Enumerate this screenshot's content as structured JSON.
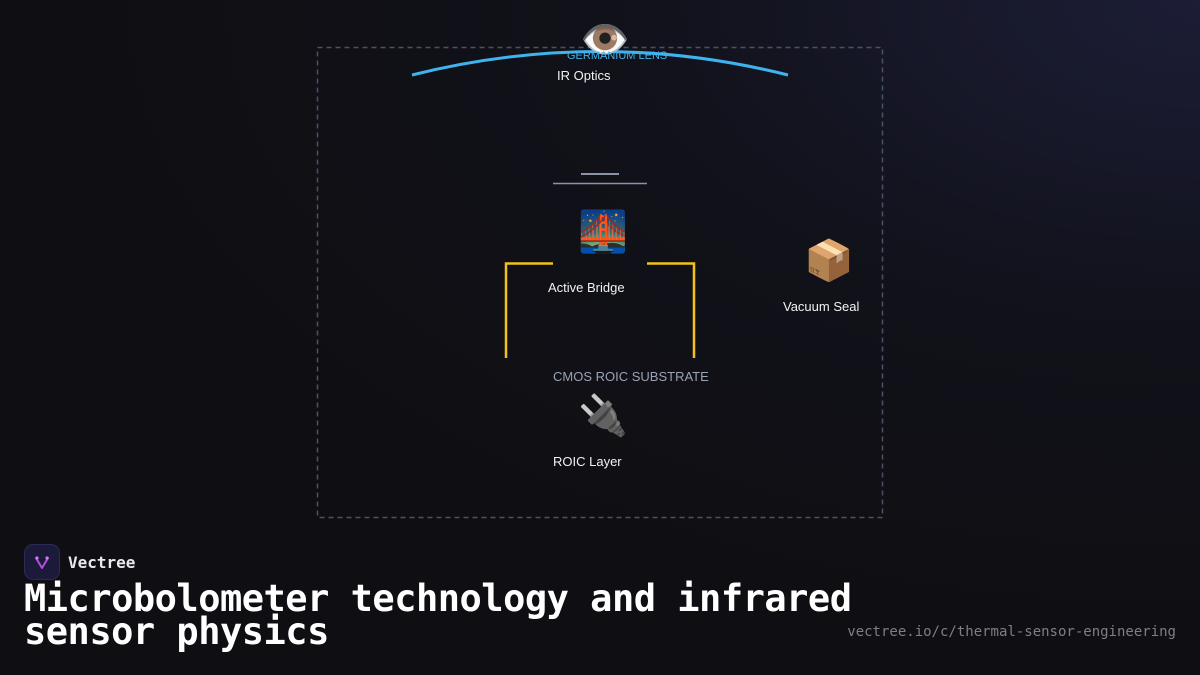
{
  "diagram": {
    "lens_label": "IR Optics",
    "lens_sublabel": "GERMANIUM LENS",
    "lens_icon": "eye-icon",
    "bridge_label": "Active Bridge",
    "bridge_icon": "bridge-at-night-icon",
    "seal_label": "Vacuum Seal",
    "seal_icon": "package-box-icon",
    "substrate_label": "CMOS ROIC SUBSTRATE",
    "roic_label": "ROIC Layer",
    "roic_icon": "electric-plug-icon",
    "colors": {
      "lens_arc": "#3fb3ee",
      "bridge_legs": "#f2c21b",
      "frame": "#4a5264",
      "absorber_lines": "#8a93a6"
    }
  },
  "brand": {
    "name": "Vectree",
    "logo_icon": "vectree-logo-icon"
  },
  "title": "Microbolometer technology and infrared sensor physics",
  "url": "vectree.io/c/thermal-sensor-engineering"
}
